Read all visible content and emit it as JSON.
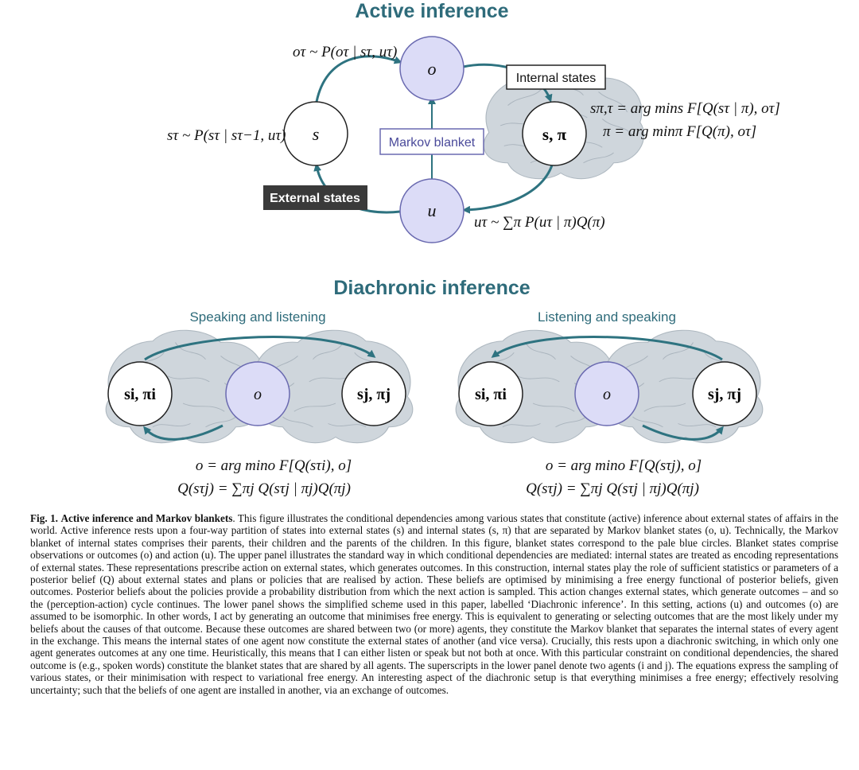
{
  "panel_top": {
    "title": "Active inference",
    "nodes": {
      "o": "o",
      "s": "s",
      "u": "u",
      "s_pi": "s, π"
    },
    "labels": {
      "markov_blanket": "Markov blanket",
      "internal_states": "Internal states",
      "external_states": "External states"
    },
    "equations": {
      "obs": "oτ ~ P(oτ | sτ, uτ)",
      "state": "sτ ~ P(sτ | sτ−1, uτ)",
      "action": "uτ ~ ∑π P(uτ | π)Q(π)",
      "internal_s": "sπ,τ = arg mins F[Q(sτ | π), oτ]",
      "internal_pi": "π = arg minπ F[Q(π), oτ]"
    }
  },
  "panel_bottom": {
    "title": "Diachronic inference",
    "left": {
      "subtitle": "Speaking and listening",
      "node_left": "si, πi",
      "node_center": "o",
      "node_right": "sj, πj",
      "eq1": "o = arg mino F[Q(sτi), o]",
      "eq2": "Q(sτj) = ∑πj Q(sτj | πj)Q(πj)"
    },
    "right": {
      "subtitle": "Listening and speaking",
      "node_left": "si, πi",
      "node_center": "o",
      "node_right": "sj, πj",
      "eq1": "o = arg mino F[Q(sτj), o]",
      "eq2": "Q(sτj) = ∑πj Q(sτj | πj)Q(πj)"
    }
  },
  "caption": {
    "label": "Fig. 1.",
    "title": "Active inference and Markov blankets",
    "text": ". This figure illustrates the conditional dependencies among various states that constitute (active) inference about external states of affairs in the world. Active inference rests upon a four-way partition of states into external states (s) and internal states (s, π) that are separated by Markov blanket states (o, u). Technically, the Markov blanket of internal states comprises their parents, their children and the parents of the children. In this figure, blanket states correspond to the pale blue circles. Blanket states comprise observations or outcomes (o) and action (u). The upper panel illustrates the standard way in which conditional dependencies are mediated: internal states are treated as encoding representations of external states. These representations prescribe action on external states, which generates outcomes. In this construction, internal states play the role of sufficient statistics or parameters of a posterior belief (Q) about external states and plans or policies that are realised by action. These beliefs are optimised by minimising a free energy functional of posterior beliefs, given outcomes. Posterior beliefs about the policies provide a probability distribution from which the next action is sampled. This action changes external states, which generate outcomes – and so the (perception-action) cycle continues. The lower panel shows the simplified scheme used in this paper, labelled ‘Diachronic inference’. In this setting, actions (u) and outcomes (o) are assumed to be isomorphic. In other words, I act by generating an outcome that minimises free energy. This is equivalent to generating or selecting outcomes that are the most likely under my beliefs about the causes of that outcome. Because these outcomes are shared between two (or more) agents, they constitute the Markov blanket that separates the internal states of every agent in the exchange. This means the internal states of one agent now constitute the external states of another (and vice versa). Crucially, this rests upon a diachronic switching, in which only one agent generates outcomes at any one time. Heuristically, this means that I can either listen or speak but not both at once. With this particular constraint on conditional dependencies, the shared outcome is (e.g., spoken words) constitute the blanket states that are shared by all agents. The superscripts in the lower panel denote two agents (i and j). The equations express the sampling of various states, or their minimisation with respect to variational free energy. An interesting aspect of the diachronic setup is that everything minimises a free energy; effectively resolving uncertainty; such that the beliefs of one agent are installed in another, via an exchange of outcomes."
  }
}
